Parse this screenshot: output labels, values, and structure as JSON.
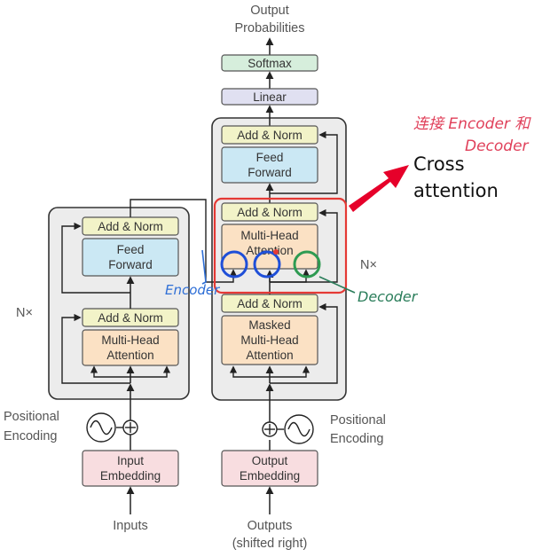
{
  "colors": {
    "add_norm": "#f2f3c8",
    "feed_forward": "#cbe8f4",
    "attention": "#fbe1c4",
    "embedding": "#f8dde0",
    "linear": "#e0e0f1",
    "softmax": "#d6eedc",
    "stack_bg": "#ececec",
    "cross_box": "#e53935",
    "cross_arrow": "#e6002a",
    "encoder_annot": "#1f4fd8",
    "decoder_annot": "#2e9b52"
  },
  "top": {
    "output_line1": "Output",
    "output_line2": "Probabilities",
    "softmax": "Softmax",
    "linear": "Linear"
  },
  "encoder": {
    "nx": "N×",
    "add_norm_top": "Add & Norm",
    "ff_line1": "Feed",
    "ff_line2": "Forward",
    "add_norm_bottom": "Add & Norm",
    "mha_line1": "Multi-Head",
    "mha_line2": "Attention",
    "pe_line1": "Positional",
    "pe_line2": "Encoding",
    "emb_line1": "Input",
    "emb_line2": "Embedding",
    "input_label": "Inputs"
  },
  "decoder": {
    "nx": "N×",
    "add_norm_top": "Add & Norm",
    "ff_line1": "Feed",
    "ff_line2": "Forward",
    "add_norm_mid": "Add & Norm",
    "mha_line1": "Multi-Head",
    "mha_line2": "Attention",
    "add_norm_bottom": "Add & Norm",
    "masked_line1": "Masked",
    "masked_line2": "Multi-Head",
    "masked_line3": "Attention",
    "pe_line1": "Positional",
    "pe_line2": "Encoding",
    "emb_line1": "Output",
    "emb_line2": "Embedding",
    "output_line1": "Outputs",
    "output_line2": "(shifted right)"
  },
  "annotations": {
    "cross_line1": "Cross",
    "cross_line2": "attention",
    "handwritten_line1": "连接 Encoder 和",
    "handwritten_line2": "Decoder",
    "encoder_label": "Encoder",
    "decoder_label": "Decoder"
  }
}
